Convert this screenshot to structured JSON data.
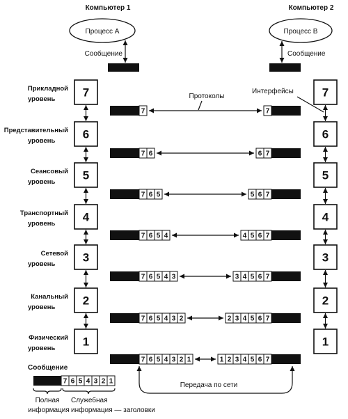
{
  "computers": {
    "left": {
      "title": "Компьютер 1",
      "process": "Процесс А",
      "message_label": "Сообщение"
    },
    "right": {
      "title": "Компьютер 2",
      "process": "Процесс В",
      "message_label": "Сообщение"
    }
  },
  "annotations": {
    "protocols": "Протоколы",
    "interfaces": "Интерфейсы",
    "network": "Передача по сети"
  },
  "levels": [
    {
      "number": "7",
      "name_lines": [
        "Прикладной",
        "уровень"
      ],
      "left_headers": [
        "7"
      ],
      "right_headers": [
        "7"
      ]
    },
    {
      "number": "6",
      "name_lines": [
        "Представительный",
        "уровень"
      ],
      "left_headers": [
        "7",
        "6"
      ],
      "right_headers": [
        "6",
        "7"
      ]
    },
    {
      "number": "5",
      "name_lines": [
        "Сеансовый",
        "уровень"
      ],
      "left_headers": [
        "7",
        "6",
        "5"
      ],
      "right_headers": [
        "5",
        "6",
        "7"
      ]
    },
    {
      "number": "4",
      "name_lines": [
        "Транспортный",
        "уровень"
      ],
      "left_headers": [
        "7",
        "6",
        "5",
        "4"
      ],
      "right_headers": [
        "4",
        "5",
        "6",
        "7"
      ]
    },
    {
      "number": "3",
      "name_lines": [
        "Сетевой",
        "уровень"
      ],
      "left_headers": [
        "7",
        "6",
        "5",
        "4",
        "3"
      ],
      "right_headers": [
        "3",
        "4",
        "5",
        "6",
        "7"
      ]
    },
    {
      "number": "2",
      "name_lines": [
        "Канальный",
        "уровень"
      ],
      "left_headers": [
        "7",
        "6",
        "5",
        "4",
        "3",
        "2"
      ],
      "right_headers": [
        "2",
        "3",
        "4",
        "5",
        "6",
        "7"
      ]
    },
    {
      "number": "1",
      "name_lines": [
        "Физический",
        "уровень"
      ],
      "left_headers": [
        "7",
        "6",
        "5",
        "4",
        "3",
        "2",
        "1"
      ],
      "right_headers": [
        "1",
        "2",
        "3",
        "4",
        "5",
        "6",
        "7"
      ]
    }
  ],
  "legend": {
    "title": "Сообщение",
    "headers": [
      "7",
      "6",
      "5",
      "4",
      "3",
      "2",
      "1"
    ],
    "data_label_lines": [
      "Полная",
      "информация"
    ],
    "header_label_lines": [
      "Служебная",
      "информация — заголовки"
    ]
  }
}
